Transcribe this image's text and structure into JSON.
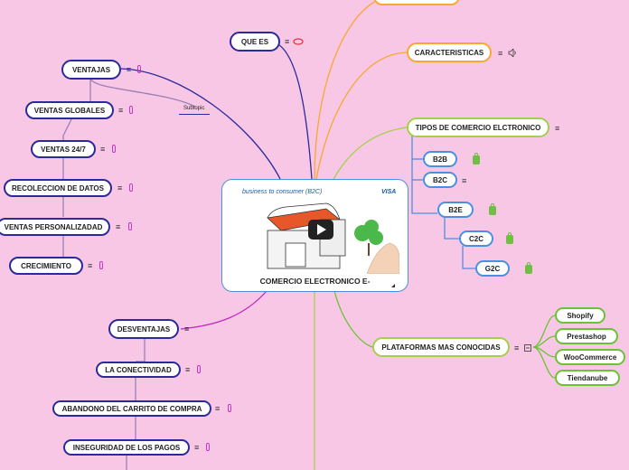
{
  "central": {
    "title": "COMERCIO ELECTRONICO  E-",
    "thumbnail_caption": "business to consumer (B2C)",
    "thumbnail_logo": "VISA"
  },
  "nodes": {
    "que_es": "QUE ES",
    "caracteristicas": "CARACTERISTICAS",
    "tipos": "TIPOS DE COMERCIO ELCTRONICO",
    "b2b": "B2B",
    "b2c": "B2C",
    "b2e": "B2E",
    "c2c": "C2C",
    "g2c": "G2C",
    "plataformas": "PLATAFORMAS MAS CONOCIDAS",
    "shopify": "Shopify",
    "prestashop": "Prestashop",
    "woocommerce": "WooCommerce",
    "tiendanube": "Tiendanube",
    "ventajas": "VENTAJAS",
    "subtopic": "Subtopic",
    "ventas_globales": "VENTAS GLOBALES",
    "ventas_247": "VENTAS 24/7",
    "recoleccion": "RECOLECCION DE DATOS",
    "personalizadas": "VENTAS  PERSONALIZADAD",
    "crecimiento": "CRECIMIENTO",
    "desventajas": "DESVENTAJAS",
    "conectividad": "LA CONECTIVIDAD",
    "abandono": "ABANDONO DEL CARRITO DE COMPRA",
    "inseguridad": "INSEGURIDAD DE LOS PAGOS"
  },
  "icons": {
    "note": "≡",
    "attachment": "attachment-clip-icon",
    "shop": "shop-bag-icon",
    "audio": "audio-icon",
    "collapse": "collapse-icon",
    "link": "link-icon"
  },
  "colors": {
    "background": "#f9c7e6",
    "branch_purple": "#2a2a9a",
    "branch_orange": "#f7a830",
    "branch_green": "#a2d04c",
    "branch_blue": "#4b8fe0"
  }
}
